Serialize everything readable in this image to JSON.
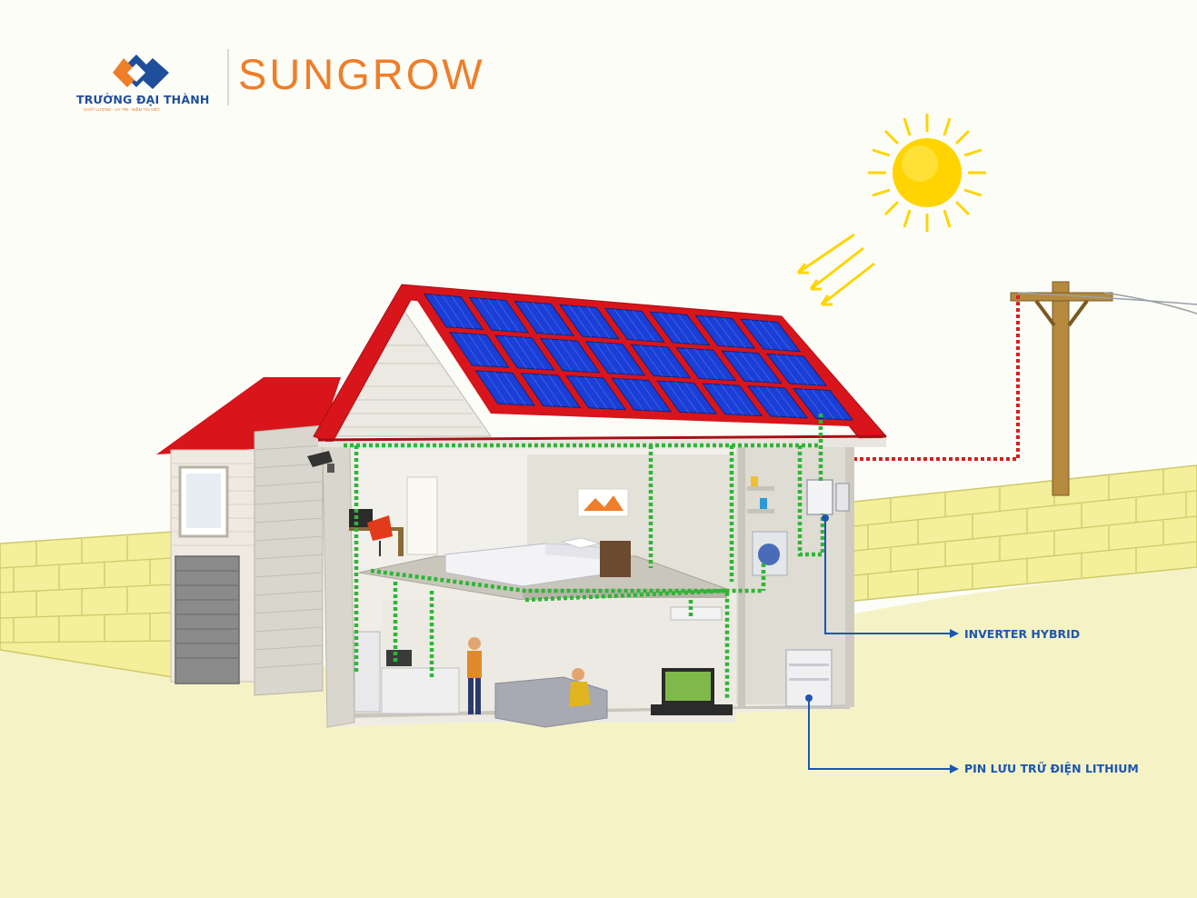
{
  "logos": {
    "partner_name": "TRƯỜNG ĐẠI THÀNH",
    "partner_tagline": "CHẤT LƯỢNG - UY TÍN - NIỀM TIN VIỆT",
    "brand_name": "SUNGROW"
  },
  "callouts": {
    "inverter": "INVERTER HYBRID",
    "battery": "PIN LƯU TRỮ ĐIỆN LITHIUM"
  },
  "colors": {
    "roof": "#d7151b",
    "panel": "#1b3fd6",
    "dc_wire": "#2fb536",
    "grid_wire": "#d42020",
    "callout_line": "#1d56b0",
    "sun": "#ffd400",
    "wall": "#f3ef9a",
    "ground": "#f5f3c6",
    "brand_orange": "#ef7e28",
    "partner_blue": "#1f4f9a"
  }
}
